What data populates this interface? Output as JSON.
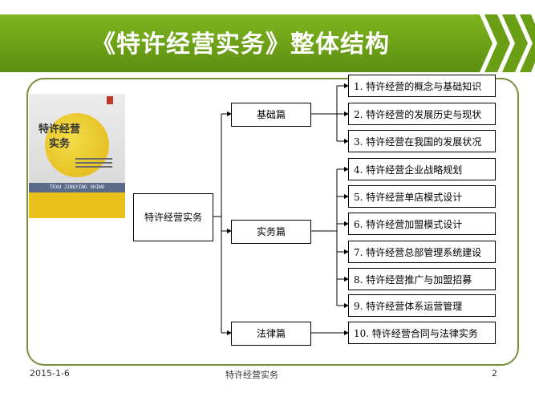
{
  "slide": {
    "title": "《特许经营实务》整体结构",
    "accent_color": "#6a9e14"
  },
  "book": {
    "title": "特许经营实务",
    "pinyin": "TEXU JINGYING SHIWU"
  },
  "diagram": {
    "root": "特许经营实务",
    "sections": [
      {
        "label": "基础篇",
        "items": [
          "1. 特许经营的概念与基础知识",
          "2. 特许经营的发展历史与现状",
          "3. 特许经营在我国的发展状况"
        ]
      },
      {
        "label": "实务篇",
        "items": [
          "4. 特许经营企业战略规划",
          "5. 特许经营单店模式设计",
          "6. 特许经营加盟模式设计",
          "7. 特许经营总部管理系统建设",
          "8. 特许经营推广与加盟招募",
          "9. 特许经营体系运营管理"
        ]
      },
      {
        "label": "法律篇",
        "items": [
          "10. 特许经营合同与法律实务"
        ]
      }
    ]
  },
  "footer": {
    "date": "2015-1-6",
    "center": "特许经营实务",
    "page": "2"
  }
}
